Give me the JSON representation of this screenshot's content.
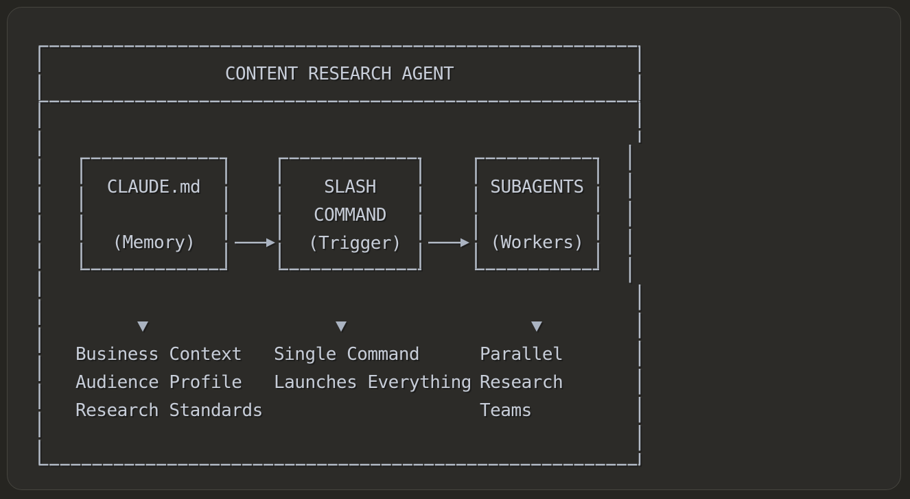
{
  "diagram": {
    "title": "CONTENT RESEARCH AGENT",
    "nodes": [
      {
        "id": "claude-md",
        "title": "CLAUDE.md",
        "subtitle": "(Memory)"
      },
      {
        "id": "slash-command",
        "title_line1": "SLASH",
        "title_line2": "COMMAND",
        "subtitle": "(Trigger)"
      },
      {
        "id": "subagents",
        "title": "SUBAGENTS",
        "subtitle": "(Workers)"
      }
    ],
    "annotations": [
      {
        "for": "claude-md",
        "lines": [
          "Business Context",
          "Audience Profile",
          "Research Standards"
        ]
      },
      {
        "for": "slash-command",
        "lines": [
          "Single Command",
          "Launches Everything"
        ]
      },
      {
        "for": "subagents",
        "lines": [
          "Parallel",
          "Research",
          "Teams"
        ]
      }
    ],
    "icons": {
      "arrow_right": "→",
      "triangle_down": "▼"
    },
    "colors": {
      "page_background": "#262521",
      "card_background": "#2c2b28",
      "card_border": "#46453f",
      "line": "#b4bcc8",
      "text": "#c7cdd8",
      "triangle": "#aab3c1"
    }
  }
}
